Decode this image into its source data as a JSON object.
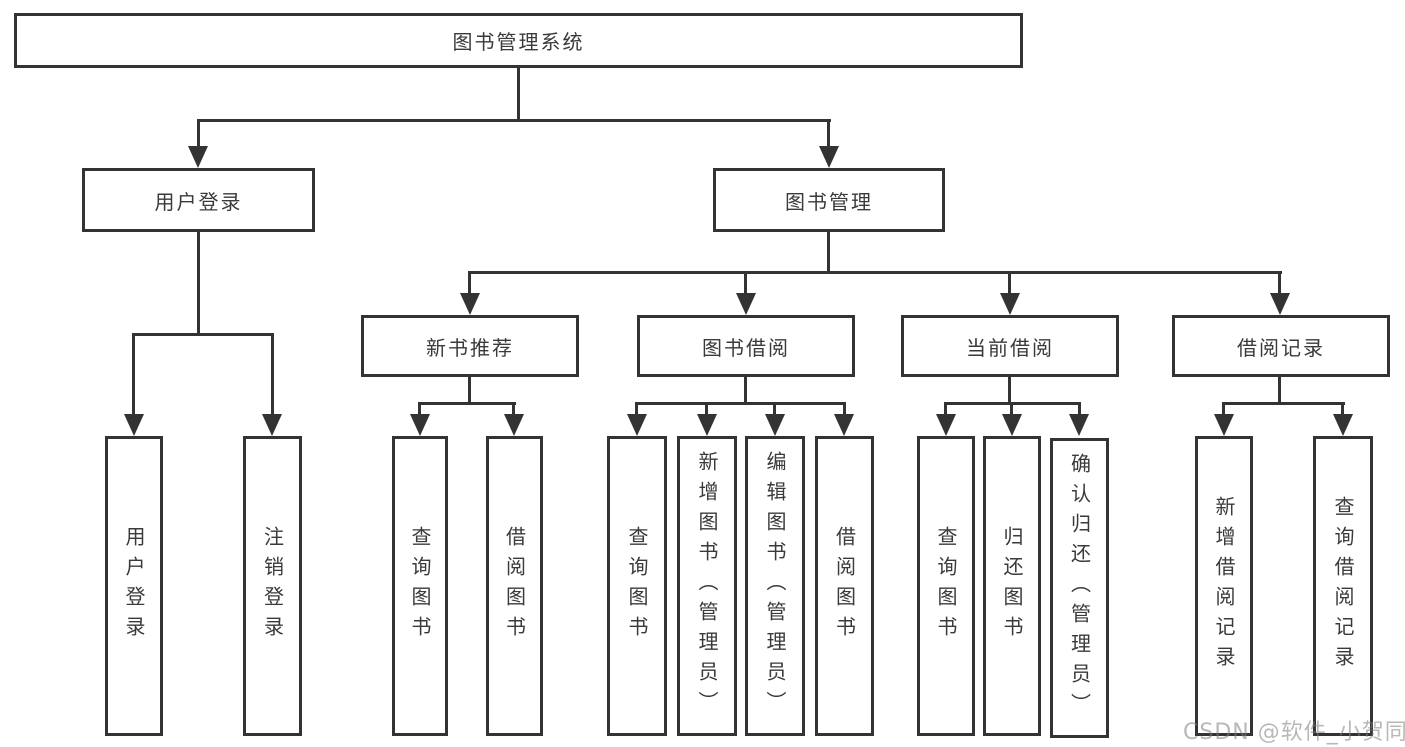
{
  "tree": {
    "root": {
      "label": "图书管理系统",
      "children": [
        {
          "label": "用户登录",
          "children": [
            {
              "label": "用户登录"
            },
            {
              "label": "注销登录"
            }
          ]
        },
        {
          "label": "图书管理",
          "children": [
            {
              "label": "新书推荐",
              "children": [
                {
                  "label": "查询图书"
                },
                {
                  "label": "借阅图书"
                }
              ]
            },
            {
              "label": "图书借阅",
              "children": [
                {
                  "label": "查询图书"
                },
                {
                  "label": "新增图书（管理员）"
                },
                {
                  "label": "编辑图书（管理员）"
                },
                {
                  "label": "借阅图书"
                }
              ]
            },
            {
              "label": "当前借阅",
              "children": [
                {
                  "label": "查询图书"
                },
                {
                  "label": "归还图书"
                },
                {
                  "label": "确认归还（管理员）"
                }
              ]
            },
            {
              "label": "借阅记录",
              "children": [
                {
                  "label": "新增借阅记录"
                },
                {
                  "label": "查询借阅记录"
                }
              ]
            }
          ]
        }
      ]
    }
  },
  "watermark": {
    "text": "CSDN @软件_小贺同学"
  },
  "colors": {
    "line": "#333333",
    "text": "#3a3a3a",
    "background": "#ffffff",
    "watermark": "#7d7d7d"
  }
}
